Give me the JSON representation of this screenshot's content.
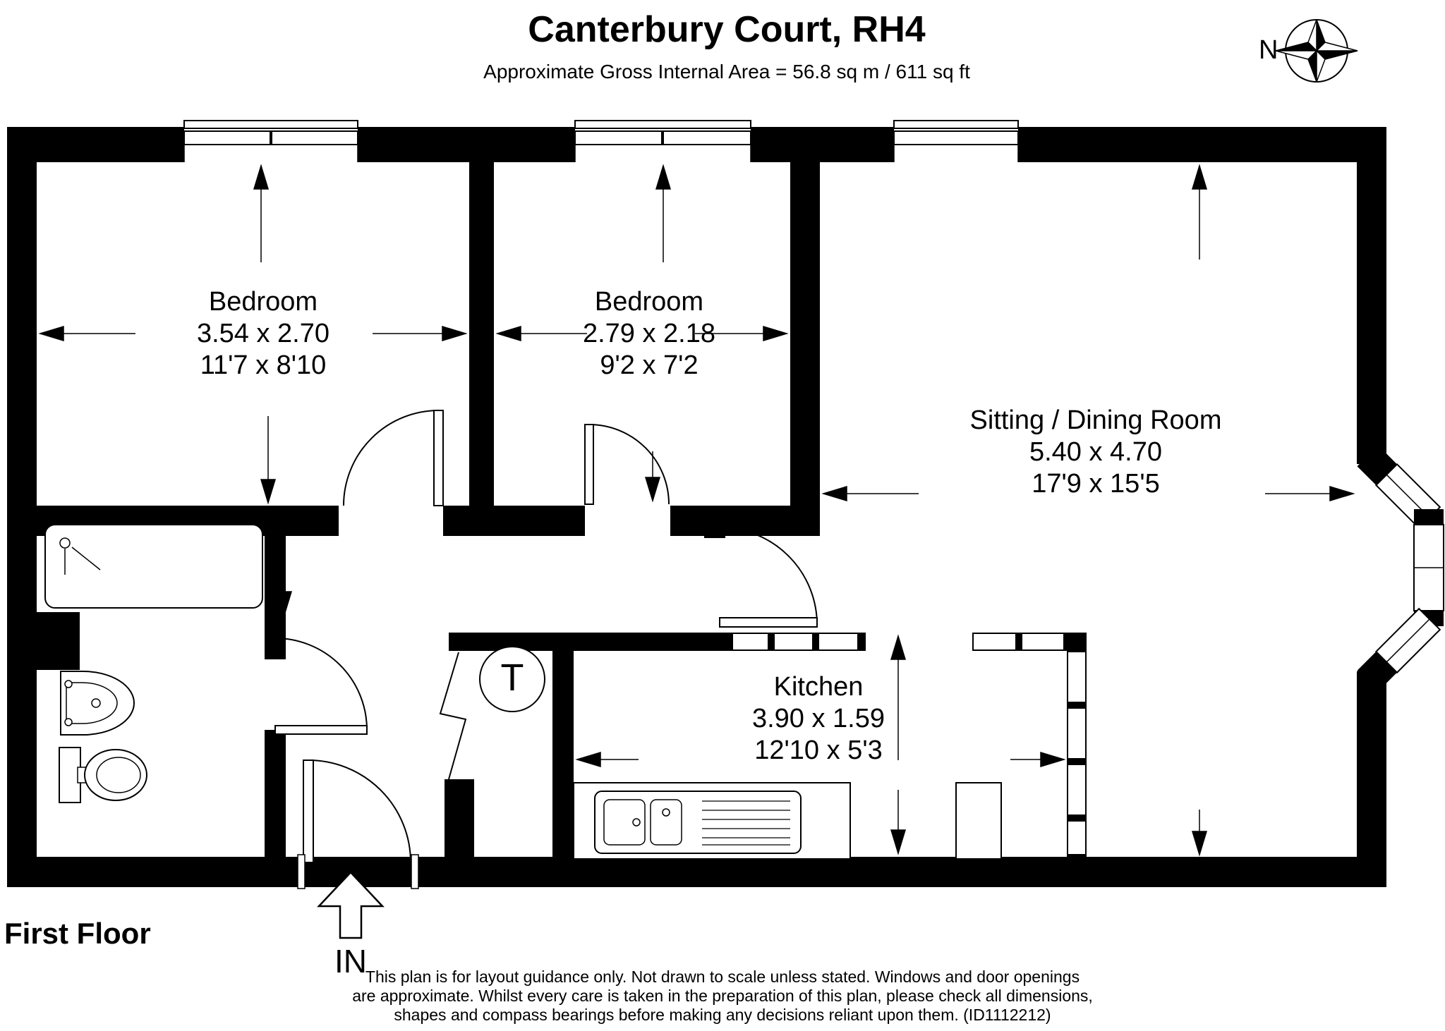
{
  "header": {
    "title": "Canterbury Court, RH4",
    "subtitle": "Approximate Gross Internal Area = 56.8 sq m / 611 sq ft"
  },
  "compass": {
    "label": "N"
  },
  "floor": {
    "label": "First Floor"
  },
  "entrance": {
    "label": "IN"
  },
  "cupboard": {
    "label": "T"
  },
  "rooms": [
    {
      "id": "bedroom-1",
      "name": "Bedroom",
      "size_metric": "3.54 x 2.70",
      "size_imperial": "11'7 x 8'10"
    },
    {
      "id": "bedroom-2",
      "name": "Bedroom",
      "size_metric": "2.79 x 2.18",
      "size_imperial": "9'2 x 7'2"
    },
    {
      "id": "sitting-dining-room",
      "name": "Sitting / Dining Room",
      "size_metric": "5.40 x 4.70",
      "size_imperial": "17'9 x 15'5"
    },
    {
      "id": "kitchen",
      "name": "Kitchen",
      "size_metric": "3.90 x 1.59",
      "size_imperial": "12'10 x 5'3"
    }
  ],
  "disclaimer": {
    "line1": "This plan is for layout guidance only. Not drawn to scale unless stated. Windows and door openings",
    "line2": "are approximate. Whilst every care is taken in the preparation of this plan, please check all dimensions,",
    "line3": "shapes and compass bearings before making any decisions reliant upon them. (ID1112212)"
  },
  "colors": {
    "wall": "#000000",
    "background": "#ffffff"
  }
}
